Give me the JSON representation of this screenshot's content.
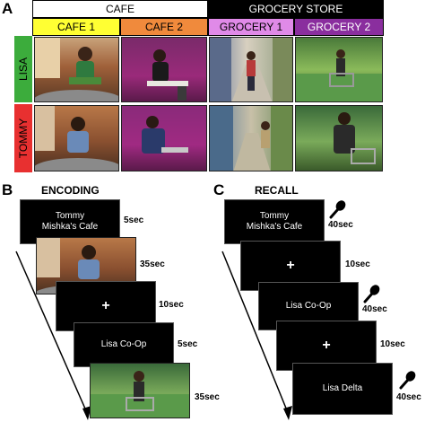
{
  "panel_a": {
    "letter": "A",
    "cafe_header": "CAFE",
    "grocery_header": "GROCERY STORE",
    "columns": [
      "CAFE 1",
      "CAFE 2",
      "GROCERY 1",
      "GROCERY 2"
    ],
    "rows": [
      "LISA",
      "TOMMY"
    ],
    "colors": {
      "cafe1": "#ffff33",
      "cafe2": "#f08a3c",
      "grocery1": "#e08ae8",
      "grocery2": "#8a2e9e",
      "lisa": "#3cac3c",
      "tommy": "#e83030",
      "grocery_header": "#000000"
    }
  },
  "panel_b": {
    "letter": "B",
    "title": "ENCODING",
    "screen1_line1": "Tommy",
    "screen1_line2": "Mishka's Cafe",
    "d1": "5sec",
    "d2": "35sec",
    "fixation": "+",
    "d3": "10sec",
    "screen4": "Lisa Co-Op",
    "d4": "5sec",
    "d5": "35sec"
  },
  "panel_c": {
    "letter": "C",
    "title": "RECALL",
    "screen1_line1": "Tommy",
    "screen1_line2": "Mishka's Cafe",
    "d1": "40sec",
    "fixation1": "+",
    "d2": "10sec",
    "screen3": "Lisa Co-Op",
    "d3": "40sec",
    "fixation2": "+",
    "d4": "10sec",
    "screen5": "Lisa Delta",
    "d5": "40sec"
  }
}
